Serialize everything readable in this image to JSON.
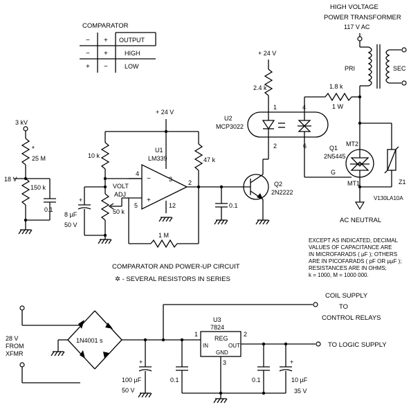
{
  "table": {
    "title": "COMPARATOR",
    "headers": [
      "−",
      "+",
      "OUTPUT"
    ],
    "rows": [
      [
        "−",
        "+",
        "HIGH"
      ],
      [
        "+",
        "−",
        "LOW"
      ]
    ]
  },
  "transformer": {
    "title_line1": "HIGH VOLTAGE",
    "title_line2": "POWER TRANSFORMER",
    "voltage": "117 V AC",
    "pri": "PRI",
    "sec": "SEC"
  },
  "labels": {
    "hv_in": "3 kV",
    "hv_mid": "18 V",
    "r_25m": "25 M",
    "asterisk": "*",
    "r_150k": "150 k",
    "c_01a": "0.1",
    "c_8uf": "8 µF",
    "c_8uf_v": "50 V",
    "volt_adj_1": "VOLT",
    "volt_adj_2": "ADJ",
    "r_50k": "50 k",
    "r_10k": "10 k",
    "v24_a": "+ 24 V",
    "u1_name": "U1",
    "u1_part": "LM339",
    "pin4": "4",
    "pin3": "3",
    "pin5": "5",
    "pin12": "12",
    "pin2a": "2",
    "r_47k": "47 k",
    "r_1m": "1 M",
    "c_01b": "0.1",
    "v24_b": "+ 24 V",
    "r_24k": "2.4 k",
    "u2_name": "U2",
    "u2_part": "MCP3022",
    "u2_pin1": "1",
    "u2_pin2": "2",
    "u2_pin4": "4",
    "u2_pin6": "6",
    "q2_name": "Q2",
    "q2_part": "2N2222",
    "r_18k": "1.8 k",
    "r_18k_w": "1 W",
    "q1_name": "Q1",
    "q1_part": "2N5445",
    "mt2": "MT2",
    "mt1": "MT1",
    "z1_name": "Z1",
    "z1_part": "V130LA10A",
    "g": "G",
    "ac_neutral": "AC NEUTRAL"
  },
  "notes": {
    "lines": [
      "EXCEPT AS INDICATED, DECIMAL",
      "VALUES OF CAPACITANCE ARE",
      "IN MICROFARADS ( µF ); OTHERS",
      "ARE IN PICOFARADS ( pF OR µµF );",
      "RESISTANCES ARE IN OHMS;",
      "k = 1000, M = 1000 000."
    ],
    "caption": "COMPARATOR AND POWER-UP CIRCUIT",
    "legend": "✲ - SEVERAL RESISTORS IN SERIES"
  },
  "psu": {
    "in_1": "28 V",
    "in_2": "FROM",
    "in_3": "XFMR",
    "bridge": "1N4001 s",
    "c_100uf": "100 µF",
    "c_100uf_v": "50 V",
    "c_01c": "0.1",
    "u3_name": "U3",
    "u3_part": "7824",
    "reg": "REG",
    "reg_in": "IN",
    "reg_out": "OUT",
    "reg_gnd": "GND",
    "pin1": "1",
    "pin2": "2",
    "pin3": "3",
    "c_01d": "0.1",
    "c_10uf": "10 µF",
    "c_10uf_v": "35 V",
    "plus_a": "+",
    "plus_b": "+",
    "plus_c": "+",
    "coil_1": "COIL SUPPLY",
    "coil_2": "TO",
    "coil_3": "CONTROL RELAYS",
    "logic": "TO LOGIC SUPPLY"
  }
}
